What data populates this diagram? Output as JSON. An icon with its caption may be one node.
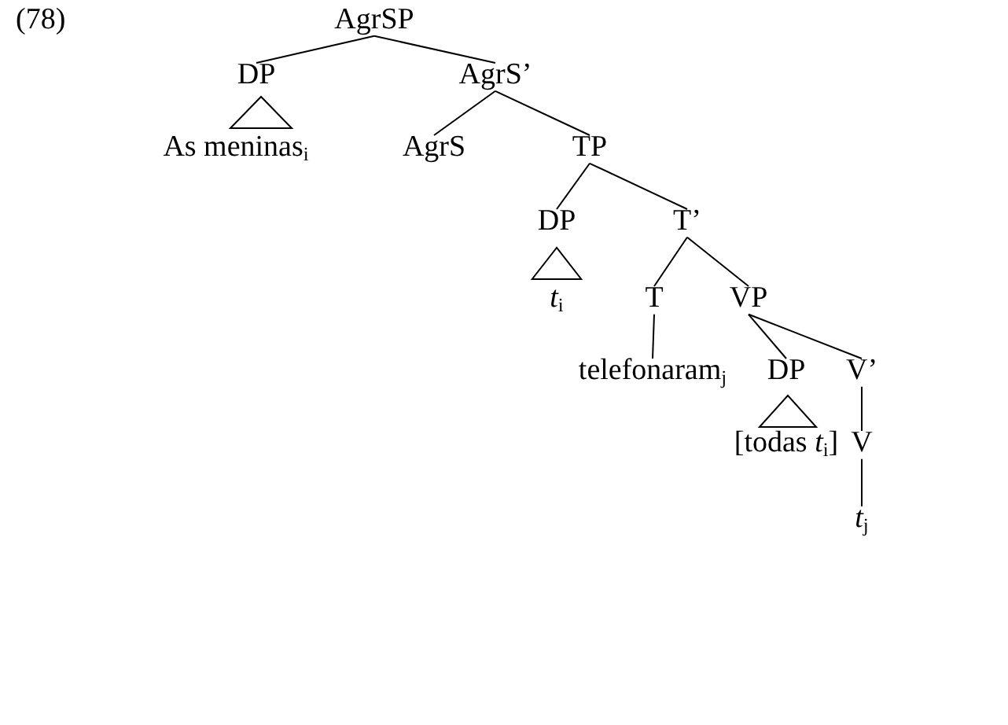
{
  "diagram": {
    "nodes": [
      {
        "text": [
          "AgrSP"
        ]
      },
      {
        "text": [
          "DP"
        ]
      },
      {
        "text": [],
        "shape": "triangle"
      },
      {
        "text": [
          "As meninas$_{i}$"
        ]
      },
      {
        "text": [
          "AgrS’"
        ]
      },
      {
        "text": [
          "AgrS"
        ]
      },
      {
        "text": [
          "TP"
        ]
      },
      {
        "text": [
          "DP"
        ]
      },
      {
        "text": [],
        "shape": "triangle"
      },
      {
        "text": [
          "*t*$_{i}$"
        ]
      },
      {
        "text": [
          "T’"
        ]
      },
      {
        "text": [
          "T"
        ]
      },
      {
        "text": [
          "telefonaram$_{j}$"
        ]
      },
      {
        "text": [
          "VP"
        ]
      },
      {
        "text": [
          "DP"
        ]
      },
      {
        "text": [],
        "shape": "triangle"
      },
      {
        "text": [
          "[todas *t*$_{i}$]"
        ]
      },
      {
        "text": [
          "V’"
        ]
      },
      {
        "text": [
          "V"
        ]
      },
      {
        "text": [
          "*t*$_{j}$"
        ]
      }
    ],
    "edges": [
      {
        "from": 0,
        "to": 1,
        "arrow": "none"
      },
      {
        "from": 0,
        "to": 4,
        "arrow": "none"
      },
      {
        "from": 4,
        "to": 5,
        "arrow": "none"
      },
      {
        "from": 4,
        "to": 6,
        "arrow": "none"
      },
      {
        "from": 6,
        "to": 7,
        "arrow": "none"
      },
      {
        "from": 6,
        "to": 10,
        "arrow": "none"
      },
      {
        "from": 10,
        "to": 11,
        "arrow": "none"
      },
      {
        "from": 10,
        "to": 13,
        "arrow": "none"
      },
      {
        "from": 11,
        "to": 12,
        "arrow": "none"
      },
      {
        "from": 13,
        "to": 14,
        "arrow": "none"
      },
      {
        "from": 13,
        "to": 17,
        "arrow": "none"
      },
      {
        "from": 17,
        "to": 18,
        "arrow": "none"
      },
      {
        "from": 18,
        "to": 19,
        "arrow": "none"
      }
    ],
    "labels": [
      "(78)"
    ]
  }
}
